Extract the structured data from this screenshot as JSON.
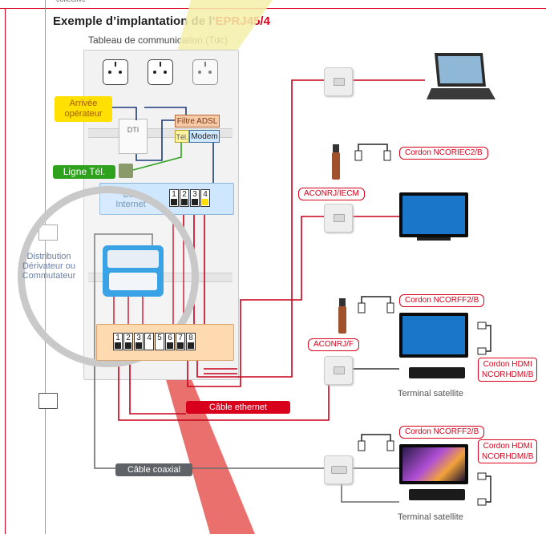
{
  "header": {
    "caption_partial": "collective",
    "title_prefix": "Exemple d’implantation de l’",
    "title_product": "EPRJ45/4",
    "subtitle": "Tableau de communication (Tdc)"
  },
  "left_labels": {
    "arrivee_operateur": "Arrivée\nopérateur",
    "ligne_tel": "Ligne Tél.",
    "distribution": "Distribution\nDérivateur ou\nCommutateur"
  },
  "panel": {
    "dti": "DTI",
    "filtre_adsl": "Filtre ADSL",
    "tel": "Tél.",
    "modem": "Modem",
    "box_internet": "Box\nInternet",
    "box_ports": [
      "1",
      "2",
      "3",
      "4"
    ],
    "patch_ports": [
      "1",
      "2",
      "3",
      "4",
      "5",
      "6",
      "7",
      "8"
    ]
  },
  "right_tags": {
    "cordon_iec": "Cordon NCORIEC2/B",
    "aconnrj_iecm": "ACONRJ/IECM",
    "cordon_f_1": "Cordon NCORFF2/B",
    "aconnrj_f": "ACONRJ/F",
    "cordon_hdmi_1": "Cordon HDMI\nNCORHDMI/B",
    "cordon_f_2": "Cordon NCORFF2/B",
    "cordon_hdmi_2": "Cordon HDMI\nNCORHDMI/B",
    "terminal_1": "Terminal satellite",
    "terminal_2": "Terminal satellite"
  },
  "cables": {
    "ethernet": "Câble ethernet",
    "coaxial": "Câble coaxial"
  },
  "colors": {
    "accent_red": "#d9001b",
    "ethernet_red": "#c8001a",
    "coax_grey": "#6b6b6b",
    "phone_green": "#2ea21c",
    "operator_yellow": "#ffe000",
    "box_blue": "#cfe6ff",
    "patch_orange": "#ffd9b0"
  }
}
